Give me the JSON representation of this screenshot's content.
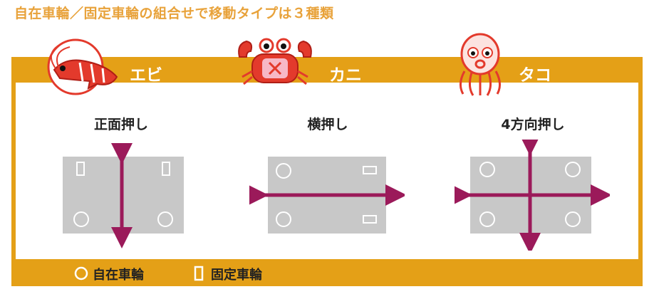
{
  "heading": "自在車輪／固定車輪の組合せで移動タイプは３種類",
  "colors": {
    "heading": "#e8a23a",
    "band": "#e4a017",
    "cart": "#c8c8c8",
    "arrow": "#9b1a5a",
    "mascot_red": "#e33a2c"
  },
  "types": [
    {
      "mascot": "shrimp",
      "name": "エビ",
      "title": "正面押し",
      "directions": "vertical",
      "wheels": [
        "fixed",
        "fixed",
        "caster",
        "caster"
      ]
    },
    {
      "mascot": "crab",
      "name": "カニ",
      "title": "横押し",
      "directions": "horizontal",
      "wheels": [
        "caster",
        "fixed-side",
        "caster",
        "fixed-side"
      ]
    },
    {
      "mascot": "octopus",
      "name": "タコ",
      "title": "4方向押し",
      "directions": "both",
      "wheels": [
        "caster",
        "caster",
        "caster",
        "caster"
      ]
    }
  ],
  "legend": {
    "caster_label": "自在車輪",
    "fixed_label": "固定車輪"
  }
}
